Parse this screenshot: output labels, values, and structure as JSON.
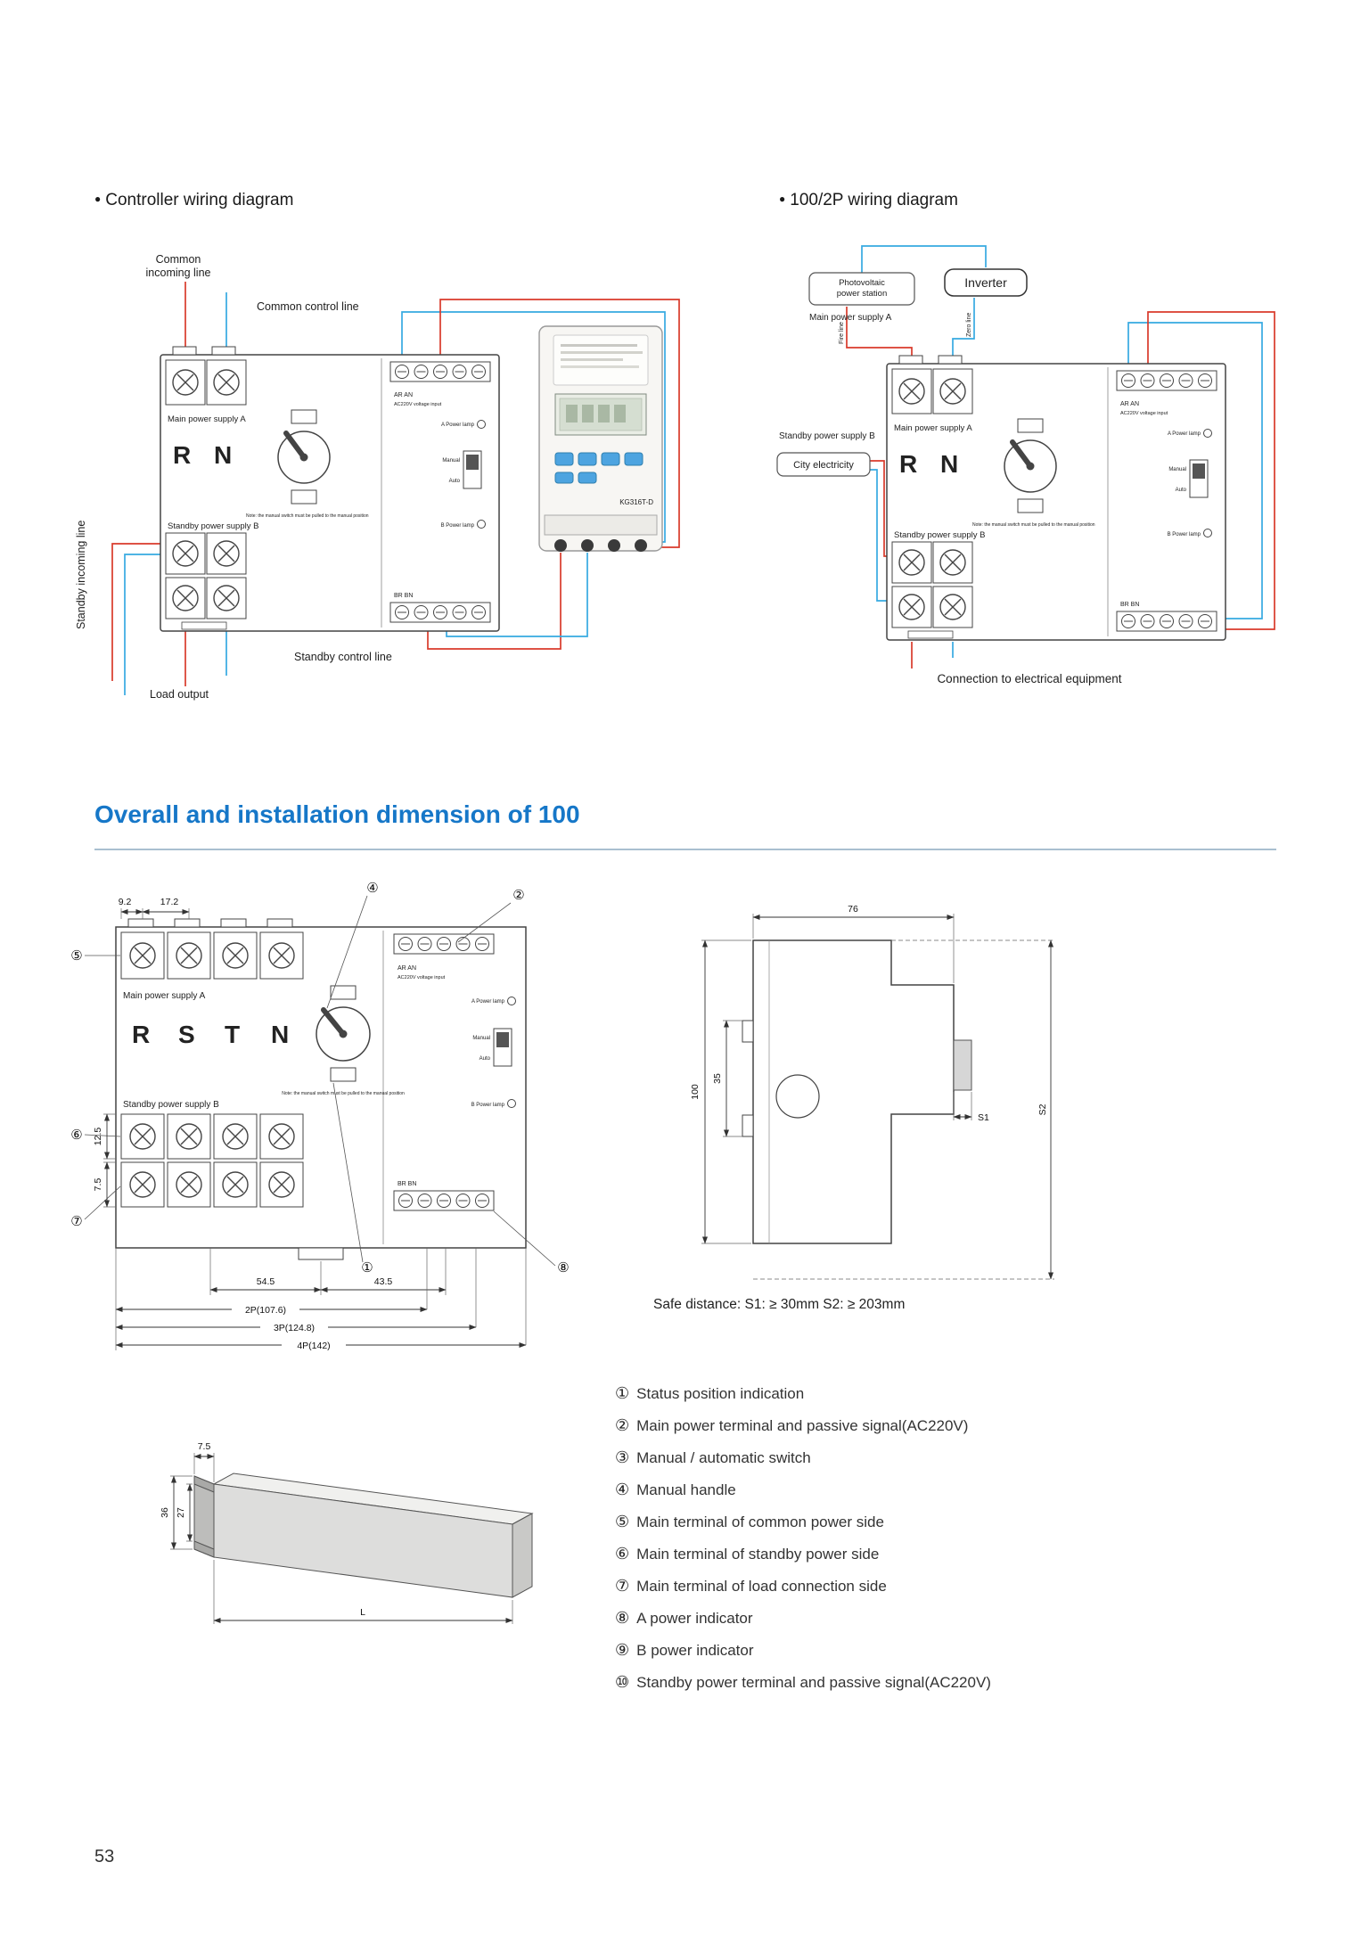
{
  "page_number": "53",
  "bullet": "●",
  "heading": "Overall and installation dimension of 100",
  "wiring_left": {
    "title": "Controller wiring diagram",
    "labels": {
      "common_incoming": "Common incoming line",
      "common_control": "Common control line",
      "standby_incoming": "Standby incoming line",
      "standby_control": "Standby control line",
      "load_output": "Load output"
    },
    "controller_model": "KG316T-D"
  },
  "wiring_right": {
    "title": "100/2P wiring diagram",
    "labels": {
      "pv_line1": "Photovoltaic",
      "pv_line2": "power station",
      "inverter": "Inverter",
      "main_a": "Main power supply A",
      "standby_b": "Standby power supply B",
      "city": "City electricity",
      "connection": "Connection to electrical equipment",
      "fire_line": "Fire line",
      "zero_line": "Zero line"
    }
  },
  "device": {
    "main_a": "Main power supply A",
    "standby_b": "Standby power supply B",
    "r": "R",
    "s": "S",
    "t": "T",
    "n": "N",
    "ar_an": "AR  AN",
    "br_bn": "BR  BN",
    "voltage_input": "AC220V voltage input",
    "a_lamp": "A Power lamp",
    "b_lamp": "B Power lamp",
    "manual": "Manual",
    "auto": "Auto",
    "note": "Note: the manual switch must be pulled to the manual position"
  },
  "dims_front": {
    "d92": "9.2",
    "d172": "17.2",
    "d125": "12.5",
    "d75": "7.5",
    "d545": "54.5",
    "d435": "43.5",
    "p2": "2P(107.6)",
    "p3": "3P(124.8)",
    "p4": "4P(142)",
    "callouts": {
      "c1": "①",
      "c2": "②",
      "c4": "④",
      "c5": "⑤",
      "c6": "⑥",
      "c7": "⑦",
      "c8": "⑧"
    }
  },
  "dims_side": {
    "d76": "76",
    "d100": "100",
    "d35": "35",
    "s1": "S1",
    "s2": "S2"
  },
  "safe_distance": "Safe distance: S1: ≥ 30mm S2: ≥ 203mm",
  "rail": {
    "d75": "7.5",
    "d36": "36",
    "d27": "27",
    "length": "L"
  },
  "legend": {
    "items": [
      {
        "num": "①",
        "text": "Status position indication"
      },
      {
        "num": "②",
        "text": "Main power terminal and passive signal(AC220V)"
      },
      {
        "num": "③",
        "text": "Manual / automatic switch"
      },
      {
        "num": "④",
        "text": "Manual handle"
      },
      {
        "num": "⑤",
        "text": "Main terminal of common power side"
      },
      {
        "num": "⑥",
        "text": "Main terminal of standby power side"
      },
      {
        "num": "⑦",
        "text": "Main terminal of load connection side"
      },
      {
        "num": "⑧",
        "text": "A power indicator"
      },
      {
        "num": "⑨",
        "text": "B power indicator"
      },
      {
        "num": "⑩",
        "text": "Standby power terminal and passive signal(AC220V)"
      }
    ]
  },
  "colors": {
    "accent_blue": "#1677c8",
    "wire_red": "#d93a2b",
    "wire_blue": "#36a9e1"
  }
}
